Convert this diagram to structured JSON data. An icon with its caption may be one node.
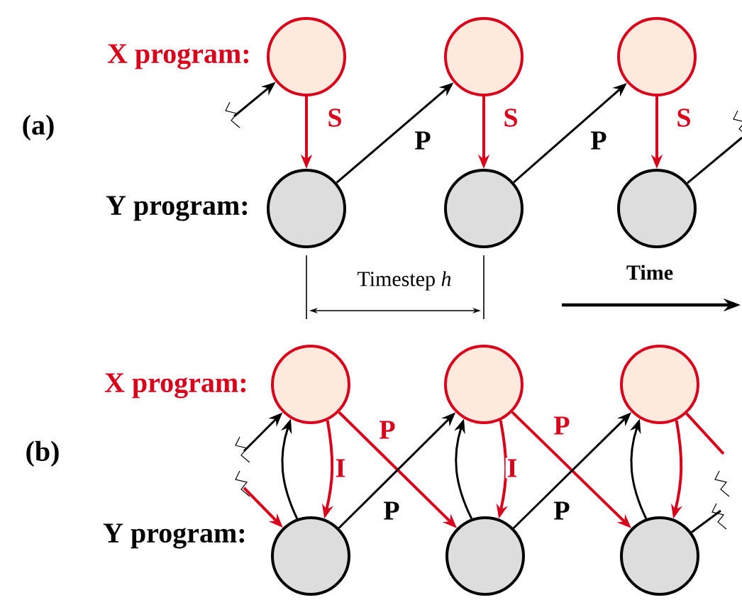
{
  "diagram": {
    "nodes": [
      {
        "text": [],
        "shape": "circle"
      },
      {
        "text": [],
        "shape": "circle"
      },
      {
        "text": [],
        "shape": "circle"
      },
      {
        "text": [],
        "shape": "circle"
      },
      {
        "text": [],
        "shape": "circle"
      },
      {
        "text": [],
        "shape": "circle"
      },
      {
        "text": [],
        "shape": "circle"
      },
      {
        "text": [],
        "shape": "circle"
      },
      {
        "text": [],
        "shape": "circle"
      },
      {
        "text": [],
        "shape": "circle"
      },
      {
        "text": [],
        "shape": "circle"
      },
      {
        "text": [],
        "shape": "circle"
      }
    ],
    "edges": [
      {
        "from": null,
        "to": 0,
        "arrow": "to"
      },
      {
        "from": 0,
        "to": 3,
        "arrow": "to",
        "label": "S",
        "color": "#d9001b"
      },
      {
        "from": 1,
        "to": 4,
        "arrow": "to",
        "label": "S",
        "color": "#d9001b"
      },
      {
        "from": 2,
        "to": 5,
        "arrow": "to",
        "label": "S",
        "color": "#d9001b"
      },
      {
        "from": 3,
        "to": 1,
        "arrow": "to",
        "label": "P"
      },
      {
        "from": 4,
        "to": 2,
        "arrow": "to",
        "label": "P"
      },
      {
        "from": 5,
        "to": null,
        "arrow": "none"
      },
      {
        "from": null,
        "to": 6,
        "arrow": "to"
      },
      {
        "from": null,
        "to": 9,
        "arrow": "to",
        "color": "#d9001b"
      },
      {
        "from": 9,
        "to": 6,
        "arrow": "to"
      },
      {
        "from": 6,
        "to": 9,
        "arrow": "to",
        "label": "I",
        "color": "#d9001b"
      },
      {
        "from": 6,
        "to": 10,
        "arrow": "to",
        "label": "P",
        "color": "#d9001b"
      },
      {
        "from": 9,
        "to": 7,
        "arrow": "to",
        "label": "P"
      },
      {
        "from": 10,
        "to": 7,
        "arrow": "to"
      },
      {
        "from": 7,
        "to": 10,
        "arrow": "to",
        "label": "I",
        "color": "#d9001b"
      },
      {
        "from": 7,
        "to": 11,
        "arrow": "to",
        "label": "P",
        "color": "#d9001b"
      },
      {
        "from": 10,
        "to": 8,
        "arrow": "to",
        "label": "P"
      },
      {
        "from": 11,
        "to": 8,
        "arrow": "to"
      },
      {
        "from": 8,
        "to": 11,
        "arrow": "to",
        "color": "#d9001b"
      },
      {
        "from": 8,
        "to": null,
        "arrow": "none",
        "color": "#d9001b"
      },
      {
        "from": 11,
        "to": null,
        "arrow": "none"
      }
    ],
    "labels": [
      "X program:",
      "(a)",
      "Y program:",
      "Timestep *h*",
      "Time",
      "X program:",
      "(b)",
      "Y program:"
    ]
  }
}
